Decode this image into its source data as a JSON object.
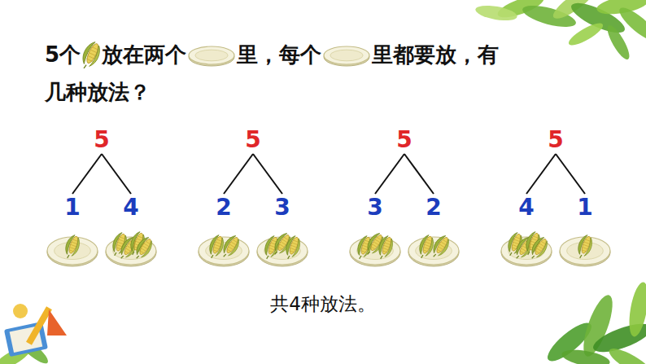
{
  "diagram": {
    "nodes": [
      {
        "text": [
          "5"
        ]
      },
      {
        "text": [
          "1"
        ]
      },
      {
        "text": [
          "4"
        ]
      },
      {
        "text": [
          "5"
        ]
      },
      {
        "text": [
          "2"
        ]
      },
      {
        "text": [
          "3"
        ]
      },
      {
        "text": [
          "5"
        ]
      },
      {
        "text": [
          "3"
        ]
      },
      {
        "text": [
          "2"
        ]
      },
      {
        "text": [
          "5"
        ]
      },
      {
        "text": [
          "4"
        ]
      },
      {
        "text": [
          "1"
        ]
      }
    ],
    "edges": [
      {
        "from": 0,
        "to": 1,
        "arrow": "none"
      },
      {
        "from": 0,
        "to": 2,
        "arrow": "none"
      },
      {
        "from": 3,
        "to": 4,
        "arrow": "none"
      },
      {
        "from": 3,
        "to": 5,
        "arrow": "none"
      },
      {
        "from": 6,
        "to": 7,
        "arrow": "none"
      },
      {
        "from": 6,
        "to": 8,
        "arrow": "none"
      },
      {
        "from": 9,
        "to": 10,
        "arrow": "none"
      },
      {
        "from": 9,
        "to": 11,
        "arrow": "none"
      }
    ],
    "labels": [
      "5个",
      "放在两个",
      "里，每个",
      "里都要放，有",
      "几种放法？"
    ],
    "caption": "共4种放法。"
  }
}
